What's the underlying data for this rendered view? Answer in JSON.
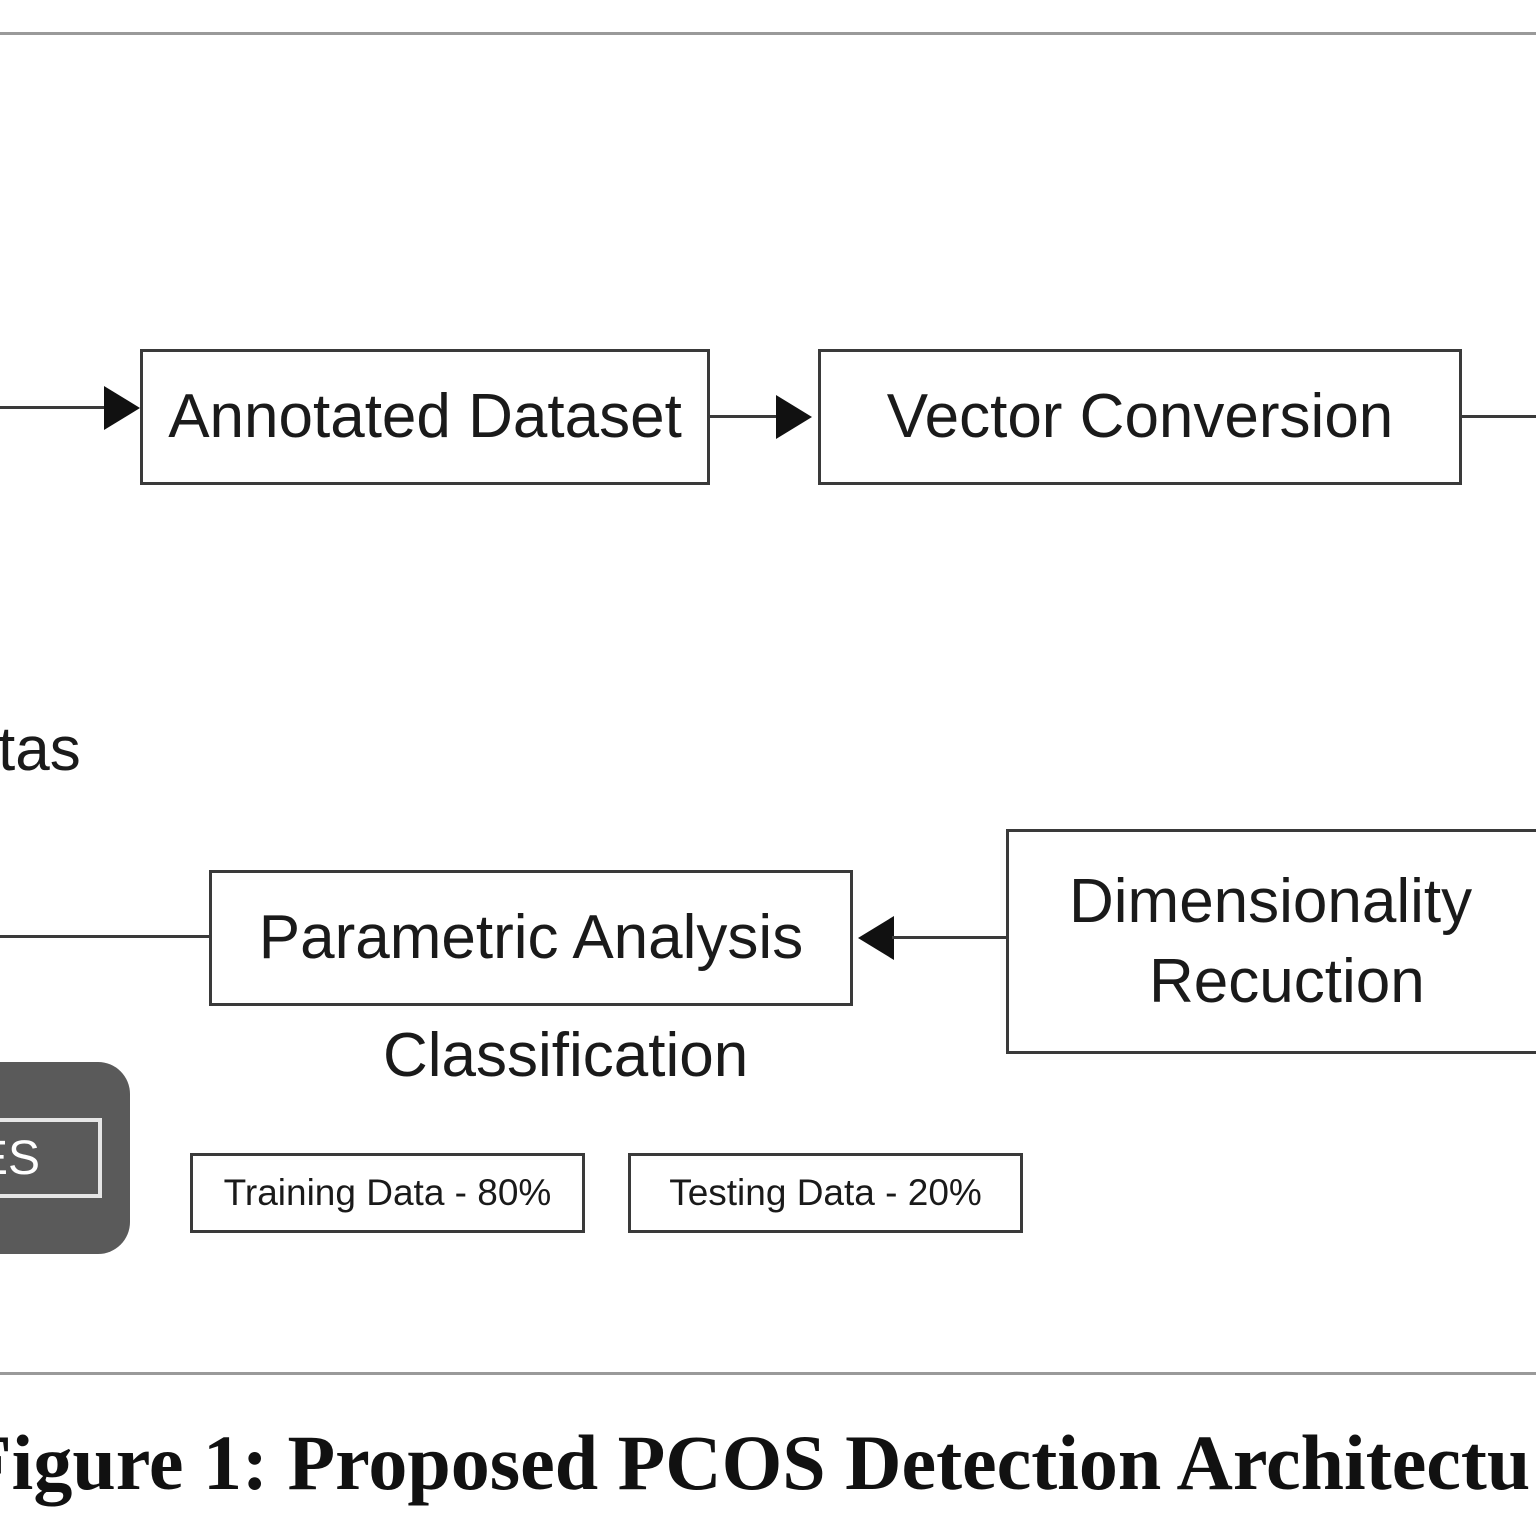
{
  "diagram": {
    "annotated_dataset": "Annotated Dataset",
    "vector_conversion": "Vector Conversion",
    "partial_label": "tas",
    "parametric_analysis": "Parametric Analysis",
    "dimensionality_reduction": [
      "Dimensionality",
      "Recuction"
    ],
    "classification": "Classification",
    "dark_box_label": "ES",
    "training_data": "Training Data - 80%",
    "testing_data": "Testing Data - 20%"
  },
  "caption": "Figure 1: Proposed PCOS Detection Architectu",
  "colors": {
    "border": "#3a3a3a",
    "dark_panel": "#5a5a5a",
    "rule": "#9a9a9a"
  }
}
